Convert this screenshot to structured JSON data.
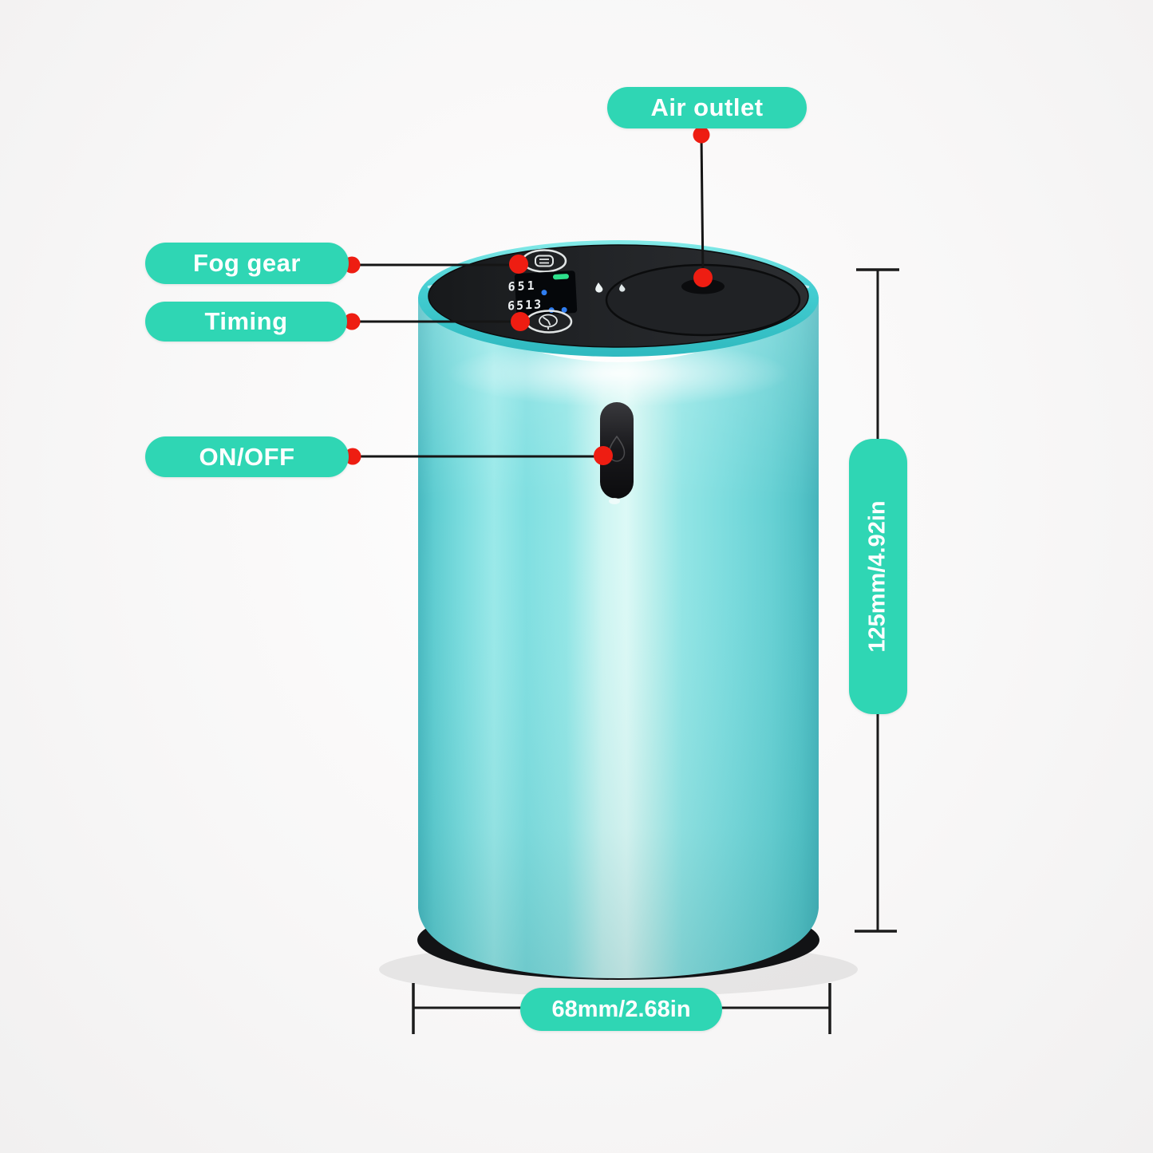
{
  "callouts": {
    "air_outlet": "Air outlet",
    "fog_gear": "Fog gear",
    "timing": "Timing",
    "on_off": "ON/OFF"
  },
  "dimensions": {
    "height_label": "125mm/4.92in",
    "width_label": "68mm/2.68in"
  },
  "device_display": {
    "row1": "651",
    "row2": "6513"
  },
  "colors": {
    "callout_pill": "#2fd6b4",
    "callout_text": "#ffffff",
    "pointer_dot": "#ee1d12",
    "pointer_line": "#151515",
    "body_teal": "#7fe0e2",
    "top_panel_black": "#212326",
    "display_green_indicator": "#2de08c",
    "display_blue_dot": "#2f7df0"
  },
  "icons": {
    "fog_gear_button": "fog-lines-icon",
    "timing_button": "clock-icon",
    "power_button": "droplet-icon",
    "top_surface": "mist-droplet-icon"
  }
}
